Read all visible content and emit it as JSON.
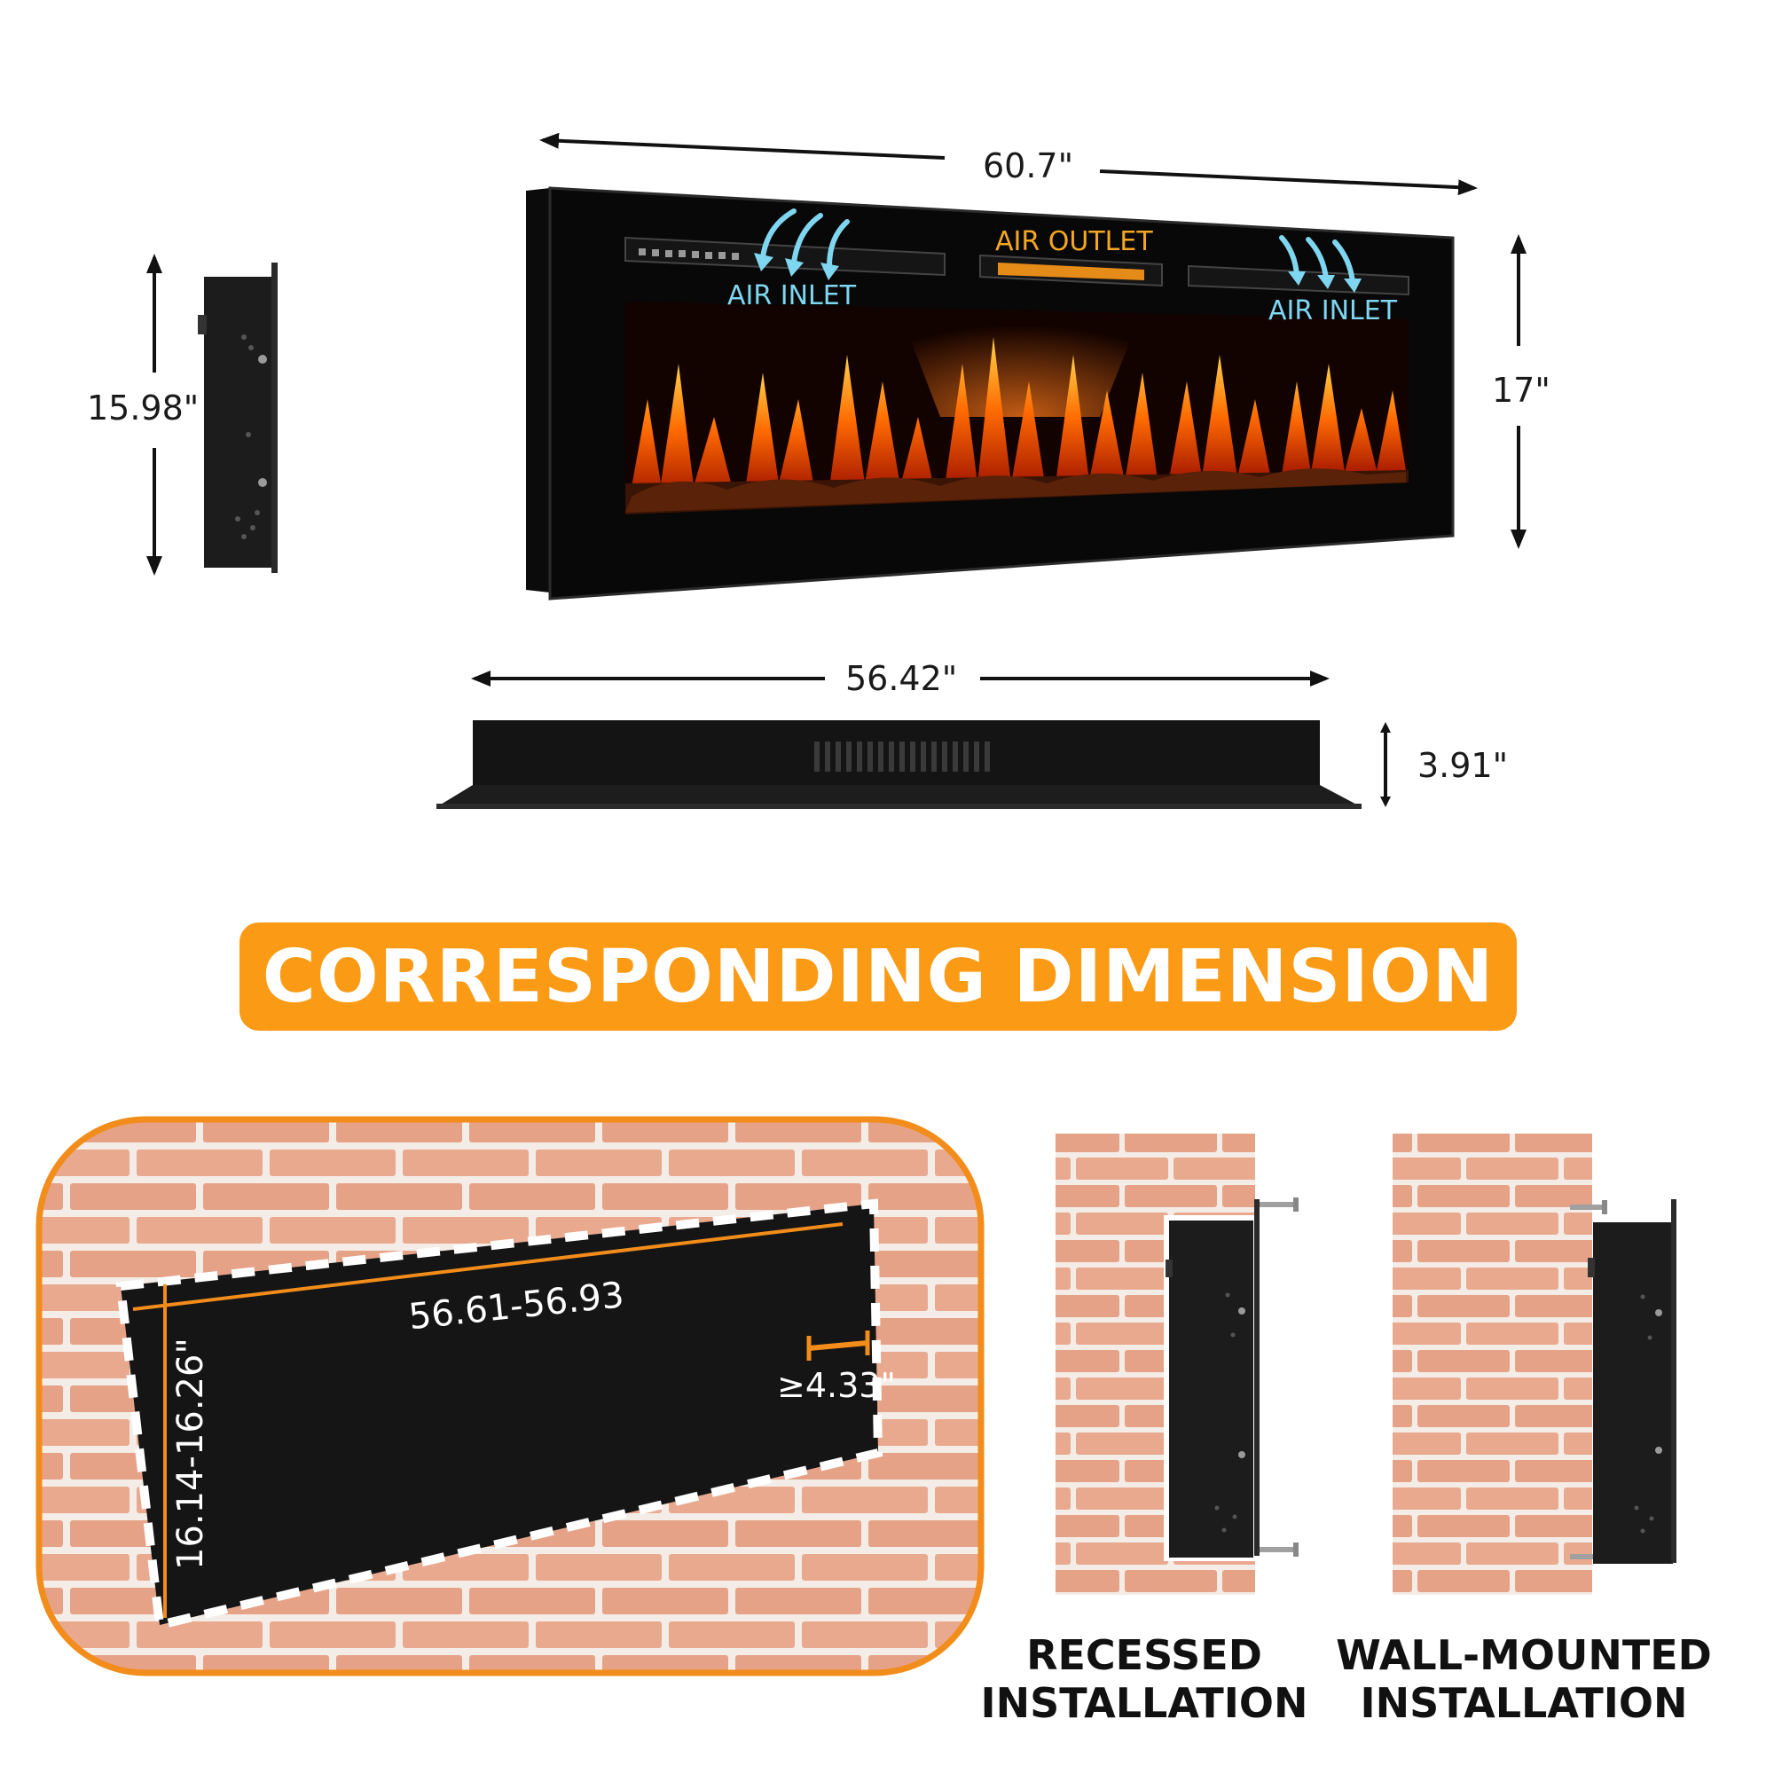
{
  "dimensions": {
    "front_width": "60.7\"",
    "front_height": "17\"",
    "side_height": "15.98\"",
    "top_width": "56.42\"",
    "depth": "3.91\""
  },
  "labels": {
    "air_outlet": "AIR OUTLET",
    "air_inlet_left": "AIR INLET",
    "air_inlet_right": "AIR INLET"
  },
  "banner": {
    "title": "CORRESPONDING DIMENSION"
  },
  "cutout": {
    "width": "56.61-56.93",
    "height": "16.14-16.26\"",
    "clearance": "≥4.33\""
  },
  "installation": {
    "recessed_line1": "RECESSED",
    "recessed_line2": "INSTALLATION",
    "wall_line1": "WALL-MOUNTED",
    "wall_line2": "INSTALLATION"
  },
  "colors": {
    "accent_orange": "#fb9a14",
    "air_inlet_blue": "#7fd6f0",
    "air_outlet_orange": "#f5a623",
    "brick": "#e9a98e"
  }
}
